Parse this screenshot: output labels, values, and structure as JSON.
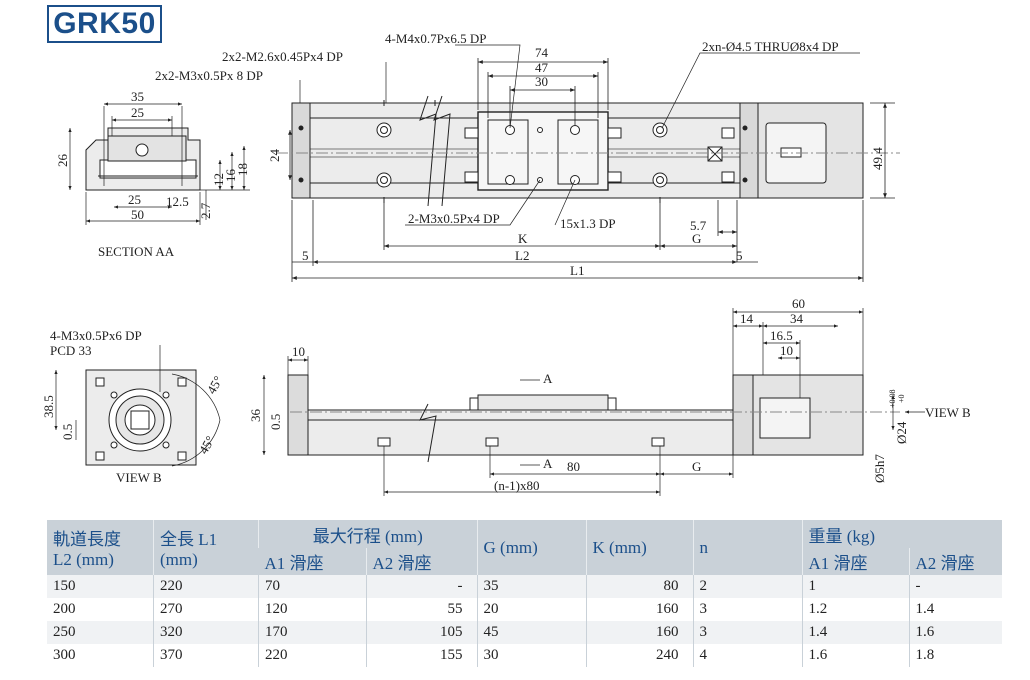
{
  "title": "GRK50",
  "top_view": {
    "callouts": {
      "m4": "4-M4x0.7Px6.5 DP",
      "m26": "2x2-M2.6x0.45Px4 DP",
      "m3": "2x2-M3x0.5Px 8 DP",
      "thru": "2xn-Ø4.5 THRUØ8x4 DP",
      "m3b": "2-M3x0.5Px4 DP",
      "dp15": "15x1.3 DP"
    },
    "dims": {
      "d74": "74",
      "d47": "47",
      "d30": "30",
      "d24": "24",
      "d49_4": "49.4",
      "d5_7": "5.7",
      "k": "K",
      "g": "G",
      "l2": "L2",
      "l1": "L1",
      "five_left": "5",
      "five_right": "5"
    }
  },
  "section": {
    "label": "SECTION AA",
    "dims": {
      "d35": "35",
      "d25_top": "25",
      "d26": "26",
      "d12": "12",
      "d16": "16",
      "d18": "18",
      "d25_bot": "25",
      "d12_5": "12.5",
      "d50": "50",
      "d2_7": "2.7"
    }
  },
  "view_b": {
    "callout1": "4-M3x0.5Px6 DP",
    "callout2": "PCD 33",
    "label": "VIEW B",
    "dims": {
      "d38_5": "38.5",
      "d0_5": "0.5",
      "a45_top": "45°",
      "a45_bot": "45°"
    }
  },
  "side_view": {
    "dims": {
      "d10_left": "10",
      "d36": "36",
      "d0_5": "0.5",
      "d60": "60",
      "d14": "14",
      "d34": "34",
      "d16_5": "16.5",
      "d10_right": "10",
      "d80": "80",
      "g": "G",
      "n1x80": "(n-1)x80",
      "a_top": "A",
      "a_bot": "A",
      "d24": "Ø24",
      "d24_tol_up": "+0.08",
      "d24_tol_dn": "+0",
      "d5h7": "Ø5h7",
      "view_b": "VIEW B"
    }
  },
  "table": {
    "headers": {
      "l2": "軌道長度",
      "l2_unit": "L2 (mm)",
      "l1": "全長 L1",
      "l1_unit": "(mm)",
      "stroke": "最大行程 (mm)",
      "a1": "A1 滑座",
      "a2": "A2 滑座",
      "g": "G (mm)",
      "k": "K (mm)",
      "n": "n",
      "weight": "重量 (kg)",
      "w_a1": "A1 滑座",
      "w_a2": "A2 滑座"
    },
    "rows": [
      {
        "l2": "150",
        "l1": "220",
        "s1": "70",
        "s2": "-",
        "g": "35",
        "k": "80",
        "n": "2",
        "w1": "1",
        "w2": "-"
      },
      {
        "l2": "200",
        "l1": "270",
        "s1": "120",
        "s2": "55",
        "g": "20",
        "k": "160",
        "n": "3",
        "w1": "1.2",
        "w2": "1.4"
      },
      {
        "l2": "250",
        "l1": "320",
        "s1": "170",
        "s2": "105",
        "g": "45",
        "k": "160",
        "n": "3",
        "w1": "1.4",
        "w2": "1.6"
      },
      {
        "l2": "300",
        "l1": "370",
        "s1": "220",
        "s2": "155",
        "g": "30",
        "k": "240",
        "n": "4",
        "w1": "1.6",
        "w2": "1.8"
      }
    ]
  }
}
